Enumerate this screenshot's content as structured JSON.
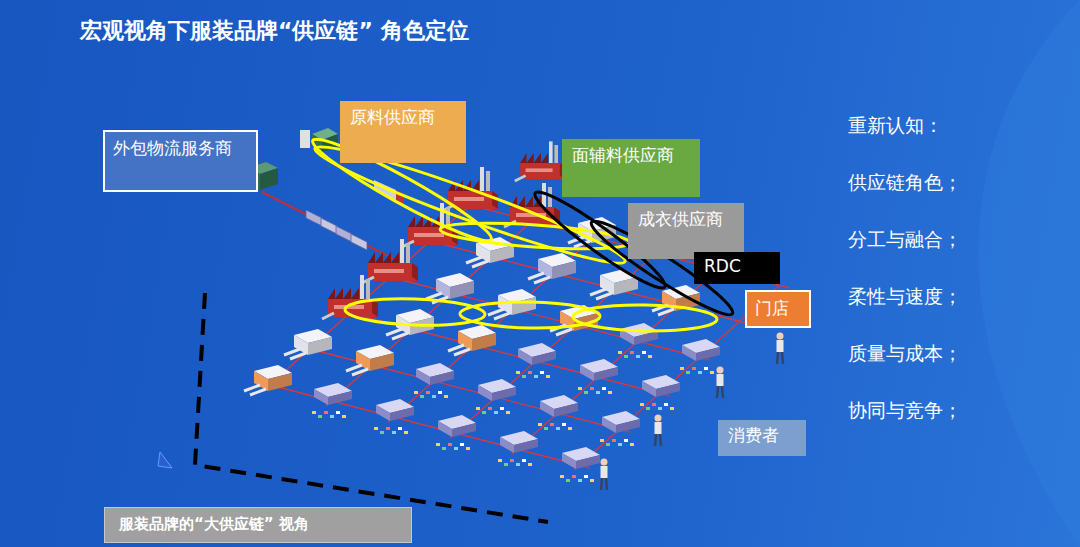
{
  "diagram": {
    "title": "宏观视角下服装品牌“供应链” 角色定位",
    "nodes": [
      {
        "text": [
          "外包物流服务商"
        ]
      },
      {
        "text": [
          "原料供应商"
        ]
      },
      {
        "text": [
          "面辅料供应商"
        ]
      },
      {
        "text": [
          "成衣供应商"
        ]
      },
      {
        "text": [
          "RDC"
        ]
      },
      {
        "text": [
          "门店"
        ]
      },
      {
        "text": [
          "消费者"
        ]
      },
      {
        "text": [
          "服装品牌的“大供应链” 视角"
        ]
      }
    ],
    "labels": [
      "重新认知：",
      "供应链角色；",
      "分工与融合；",
      "柔性与速度；",
      "质量与成本；",
      "协同与竞争；"
    ]
  }
}
